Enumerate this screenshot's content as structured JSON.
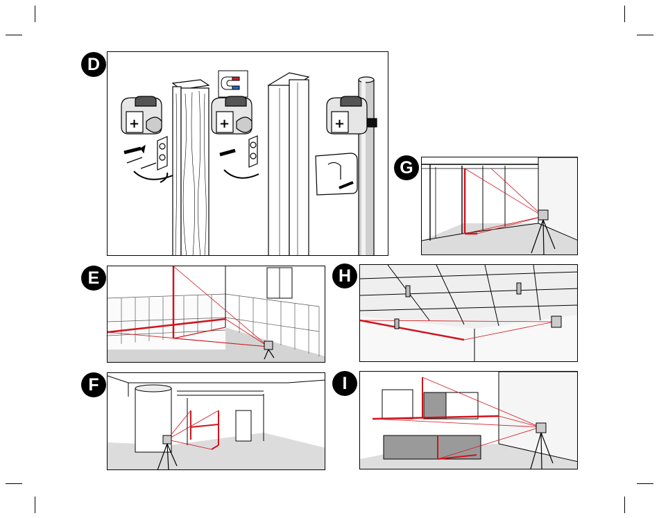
{
  "colors": {
    "laser": "#d0121b",
    "ink": "#000000",
    "floor": "#d6d6d6",
    "wall": "#f2f2f2",
    "shade": "#9a9a9a"
  },
  "panels": {
    "d": {
      "label": "D"
    },
    "e": {
      "label": "E"
    },
    "f": {
      "label": "F"
    },
    "g": {
      "label": "G"
    },
    "h": {
      "label": "H"
    },
    "i": {
      "label": "I"
    }
  }
}
